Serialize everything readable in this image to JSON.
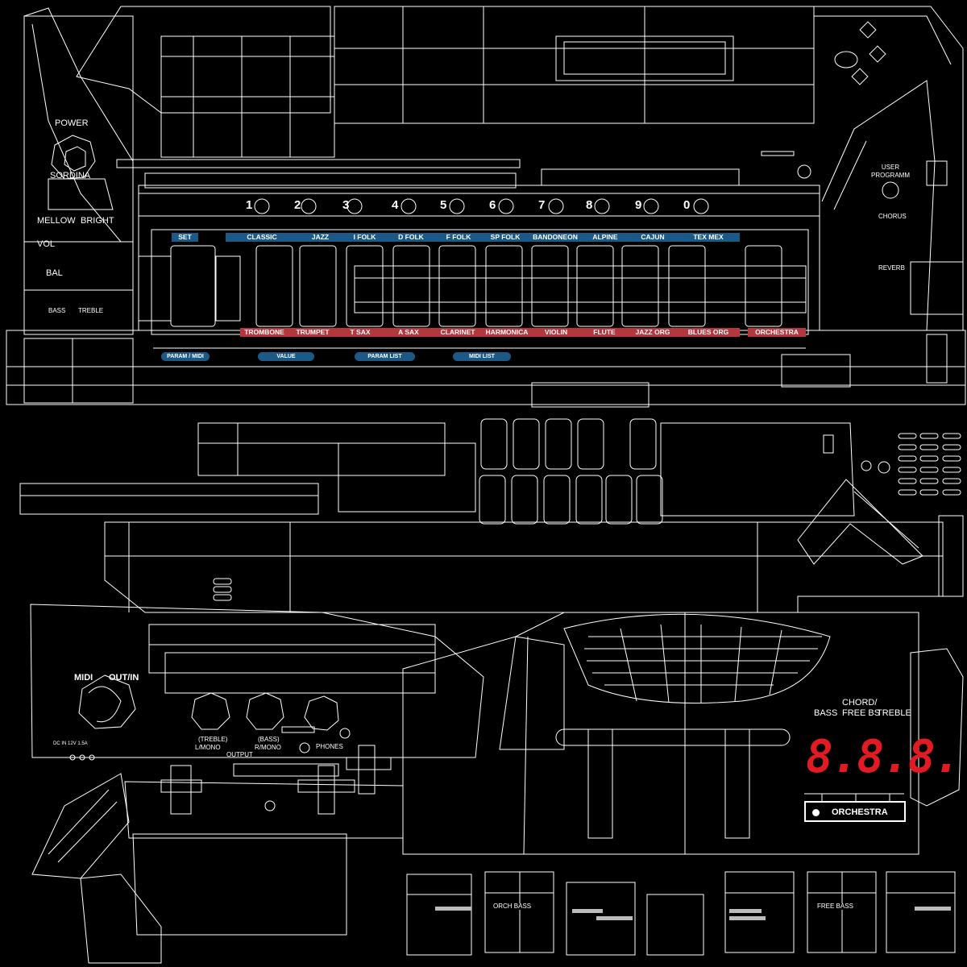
{
  "colors": {
    "background": "#000000",
    "wire": "#ffffff",
    "blue_pill": "#1b5a87",
    "red_pill": "#b3373d",
    "led": "#e21b22"
  },
  "left_panel": {
    "power": "POWER",
    "sordina": "SORDINA",
    "mellow": "MELLOW",
    "bright": "BRIGHT",
    "vol": "VOL",
    "bal": "BAL",
    "bass": "BASS",
    "treble": "TREBLE"
  },
  "numbers": [
    "1",
    "2",
    "3",
    "4",
    "5",
    "6",
    "7",
    "8",
    "9",
    "0"
  ],
  "blue_row": [
    "SET",
    "CLASSIC",
    "JAZZ",
    "I FOLK",
    "D FOLK",
    "F FOLK",
    "SP FOLK",
    "BANDONEON",
    "ALPINE",
    "CAJUN",
    "TEX MEX"
  ],
  "red_row": [
    "TROMBONE",
    "TRUMPET",
    "T SAX",
    "A SAX",
    "CLARINET",
    "HARMONICA",
    "VIOLIN",
    "FLUTE",
    "JAZZ ORG",
    "BLUES ORG",
    "ORCHESTRA"
  ],
  "bottom_blue": [
    "PARAM / MIDI",
    "VALUE",
    "PARAM LIST",
    "MIDI LIST"
  ],
  "right_panel": {
    "user_programm": "USER PROGRAMM",
    "chorus": "CHORUS",
    "reverb": "REVERB"
  },
  "io_panel": {
    "midi": "MIDI",
    "out_in": "OUT/IN",
    "dc_in": "DC IN 12V 1.5A",
    "treble_out": "(TREBLE)",
    "l_mono": "L/MONO",
    "bass_out": "(BASS)",
    "r_mono": "R/MONO",
    "output": "OUTPUT",
    "phones": "PHONES"
  },
  "display": {
    "bass": "BASS",
    "chord": "CHORD/",
    "free_bs": "FREE BS",
    "treble": "TREBLE",
    "led_value": "8.8.8.",
    "orchestra": "ORCHESTRA"
  },
  "key_labels": [
    "ORCH BASS",
    "FREE BASS"
  ]
}
